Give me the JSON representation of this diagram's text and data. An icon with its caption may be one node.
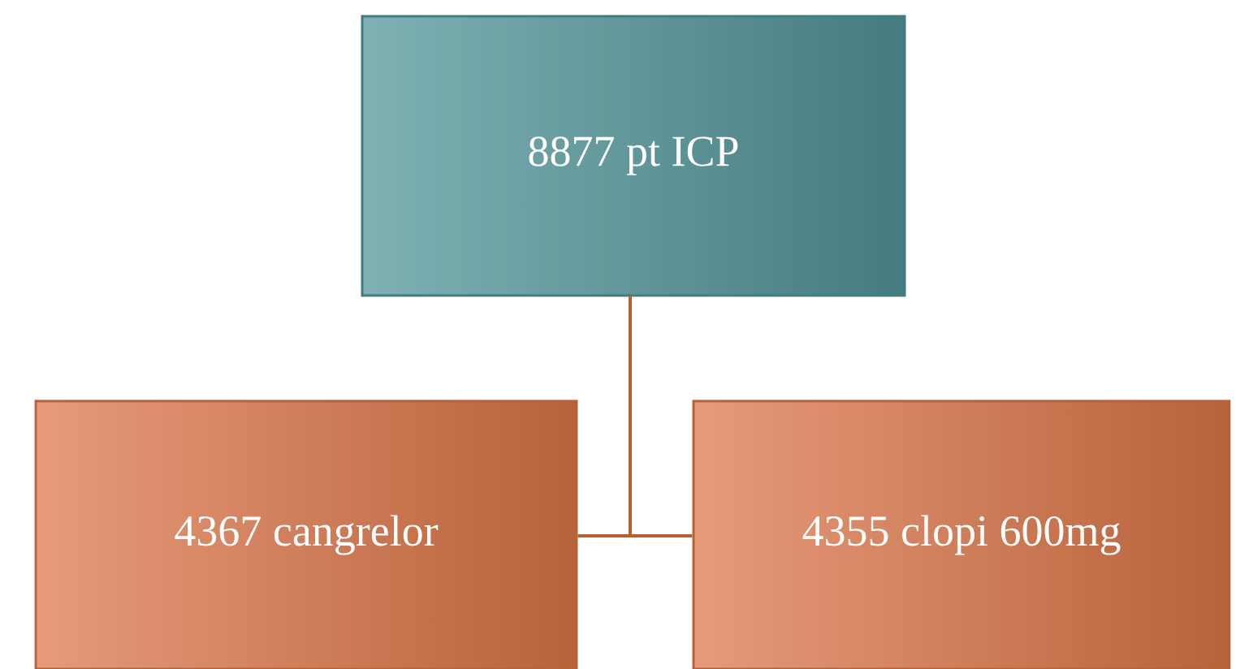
{
  "diagram": {
    "nodes": [
      {
        "text": [
          "8877 pt ICP"
        ]
      },
      {
        "text": [
          "4367 cangrelor"
        ]
      },
      {
        "text": [
          "4355 clopi 600mg"
        ]
      }
    ],
    "edges": [
      {
        "from": 0,
        "to": 1,
        "arrow": "none"
      },
      {
        "from": 0,
        "to": 2,
        "arrow": "none"
      }
    ]
  }
}
